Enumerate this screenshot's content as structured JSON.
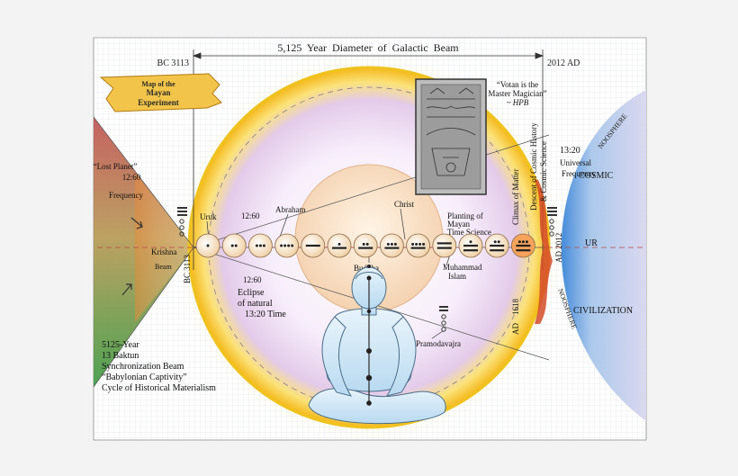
{
  "header": {
    "diameter": "5,125  Year  Diameter  of  Galactic  Beam",
    "start": "BC 3113",
    "end": "2012 AD"
  },
  "banner": {
    "line1": "Map of the",
    "line2": "Mayan",
    "line3": "Experiment"
  },
  "left": {
    "lost_planet": "“Lost Planet”",
    "lost_ratio": "12:60",
    "lost_freq": "Frequency",
    "krishna": "Krishna",
    "beam": "Beam",
    "bc": "BC 3113",
    "bottom_lines": [
      "5125-Year",
      "13 Baktun",
      "Synchronization Beam",
      "“Babylonian Captivity”",
      "Cycle of Historical Materialism"
    ]
  },
  "center": {
    "uruk": "Uruk",
    "ratio_top": "12:60",
    "abraham": "Abraham",
    "christ": "Christ",
    "planting": [
      "Planting of",
      "Mayan",
      "Time Science"
    ],
    "climax": "Climax of Matter",
    "descent": [
      "Descent of Cosmic History",
      "& Cosmic Science"
    ],
    "ratio_bottom": "12:60",
    "eclipse": [
      "Eclipse",
      "of natural",
      "13:20 Time"
    ],
    "buddha": "Buddha",
    "muhammad": [
      "Muhammad",
      "Islam"
    ],
    "pramodavajra": "Pramodavajra",
    "ad_1618": "AD    1618",
    "ad_2012": "AD 2012"
  },
  "quote": {
    "line1": "“Votan is the",
    "line2": "Master Magician”",
    "line3": "~ HPB"
  },
  "right": {
    "ratio": "13:20",
    "universal": "Universal",
    "frequency": "Frequency",
    "noosphere_top": "NOOSPHERE",
    "cosmic": "COSMIC",
    "ur": "UR",
    "civilization": "CIVILIZATION",
    "noosphere_bottom": "NOOSPHERE"
  },
  "baktuns": [
    1,
    2,
    3,
    4,
    5,
    6,
    7,
    8,
    9,
    10,
    11,
    12,
    13
  ],
  "colors": {
    "left_top": "#c85a5a",
    "left_bottom": "#4f9a46",
    "aura_gold": "#f4c21a",
    "sphere": "#f7dfc6",
    "figure": "#c9e4f3",
    "noosphere": "#8c90cf",
    "banner": "#f2c54a"
  }
}
